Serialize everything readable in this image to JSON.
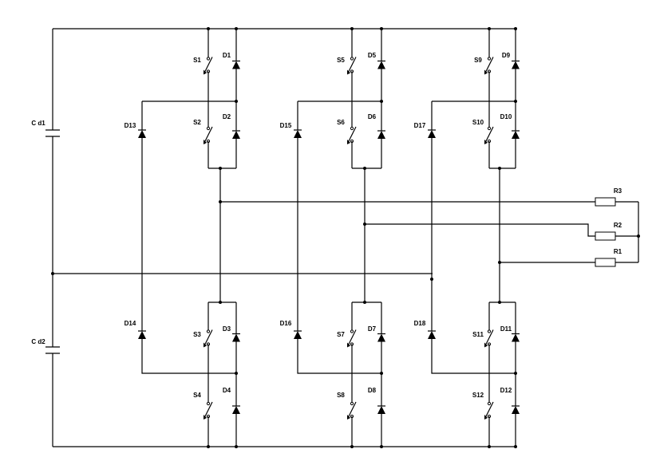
{
  "capacitors": [
    "C d1",
    "C d2"
  ],
  "switches": [
    "S1",
    "S2",
    "S3",
    "S4",
    "S5",
    "S6",
    "S7",
    "S8",
    "S9",
    "S10",
    "S11",
    "S12"
  ],
  "diodes": [
    "D1",
    "D2",
    "D3",
    "D4",
    "D5",
    "D6",
    "D7",
    "D8",
    "D9",
    "D10",
    "D11",
    "D12",
    "D13",
    "D14",
    "D15",
    "D16",
    "D17",
    "D18"
  ],
  "resistors": [
    "R1",
    "R2",
    "R3"
  ]
}
